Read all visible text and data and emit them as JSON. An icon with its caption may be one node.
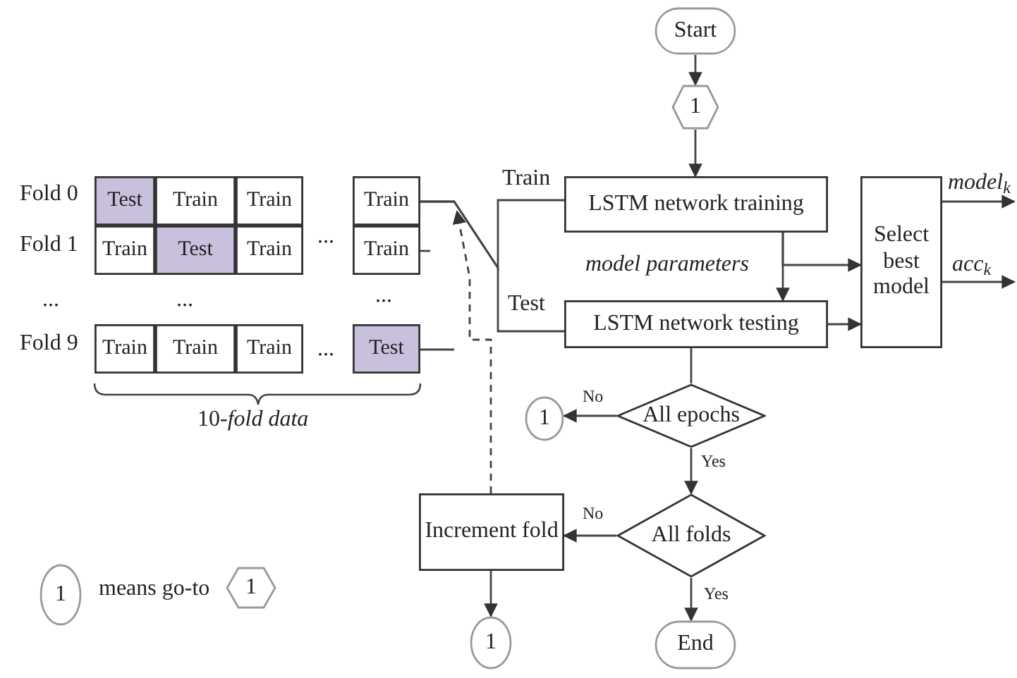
{
  "diagram": {
    "nodes": [
      {
        "text": [
          "Start"
        ]
      },
      {
        "text": [
          "1"
        ]
      },
      {
        "text": [
          "LSTM network training"
        ]
      },
      {
        "text": [
          "LSTM network testing"
        ]
      },
      {
        "text": [
          "Select best model"
        ]
      },
      {
        "text": [
          "All epochs"
        ]
      },
      {
        "text": [
          "1"
        ]
      },
      {
        "text": [
          "All folds"
        ]
      },
      {
        "text": [
          "Increment fold"
        ]
      },
      {
        "text": [
          "1"
        ]
      },
      {
        "text": [
          "End"
        ]
      },
      {
        "text": [
          "1"
        ]
      },
      {
        "text": [
          "1"
        ]
      },
      {
        "text": [
          "Test"
        ]
      },
      {
        "text": [
          "Train"
        ]
      },
      {
        "text": [
          "Train"
        ]
      },
      {
        "text": [
          "Train"
        ]
      },
      {
        "text": [
          "Train"
        ]
      },
      {
        "text": [
          "Test"
        ]
      },
      {
        "text": [
          "Train"
        ]
      },
      {
        "text": [
          "Train"
        ]
      },
      {
        "text": [
          "Train"
        ]
      },
      {
        "text": [
          "Train"
        ]
      },
      {
        "text": [
          "Train"
        ]
      },
      {
        "text": [
          "Test"
        ]
      }
    ],
    "edges": [
      {
        "from": 0,
        "to": 1,
        "arrow": "to"
      },
      {
        "from": 1,
        "to": 2,
        "arrow": "to"
      },
      {
        "from": 16,
        "to": 2,
        "arrow": "none",
        "label": "Train"
      },
      {
        "from": 16,
        "to": 3,
        "arrow": "none",
        "label": "Test"
      },
      {
        "from": 2,
        "to": 3,
        "arrow": "to",
        "label": "model parameters"
      },
      {
        "from": 2,
        "to": 4,
        "arrow": "to"
      },
      {
        "from": 3,
        "to": 4,
        "arrow": "to"
      },
      {
        "from": 4,
        "to": null,
        "arrow": "to",
        "label": "model$_{k}$"
      },
      {
        "from": 4,
        "to": null,
        "arrow": "to",
        "label": "acc$_{k}$"
      },
      {
        "from": 3,
        "to": 5,
        "arrow": "none"
      },
      {
        "from": 5,
        "to": 6,
        "arrow": "to",
        "label": "No"
      },
      {
        "from": 5,
        "to": 7,
        "arrow": "to",
        "label": "Yes"
      },
      {
        "from": 7,
        "to": 8,
        "arrow": "to",
        "label": "No"
      },
      {
        "from": 7,
        "to": 10,
        "arrow": "to",
        "label": "Yes"
      },
      {
        "from": 8,
        "to": 9,
        "arrow": "to"
      },
      {
        "from": 8,
        "to": null,
        "arrow": "to",
        "style": "dashed"
      }
    ],
    "labels": [
      "Fold 0",
      "Fold 1",
      "...",
      "...",
      "...",
      "...",
      "Fold 9",
      "...",
      "10-*fold data*",
      "means go-to"
    ]
  }
}
